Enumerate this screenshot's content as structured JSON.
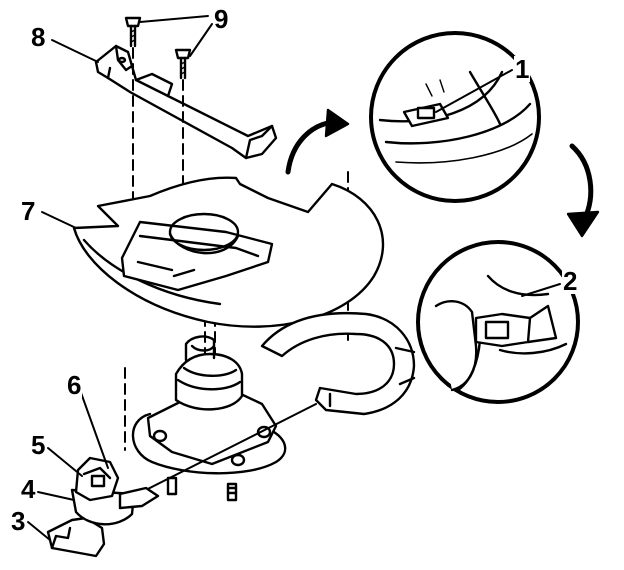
{
  "diagram": {
    "ink_color": "#000000",
    "paper_color": "#ffffff",
    "callouts": [
      {
        "id": "c1",
        "label": "1"
      },
      {
        "id": "c2",
        "label": "2"
      },
      {
        "id": "c3",
        "label": "3"
      },
      {
        "id": "c4",
        "label": "4"
      },
      {
        "id": "c5",
        "label": "5"
      },
      {
        "id": "c6",
        "label": "6"
      },
      {
        "id": "c7",
        "label": "7"
      },
      {
        "id": "c8",
        "label": "8"
      },
      {
        "id": "c9",
        "label": "9"
      }
    ]
  }
}
